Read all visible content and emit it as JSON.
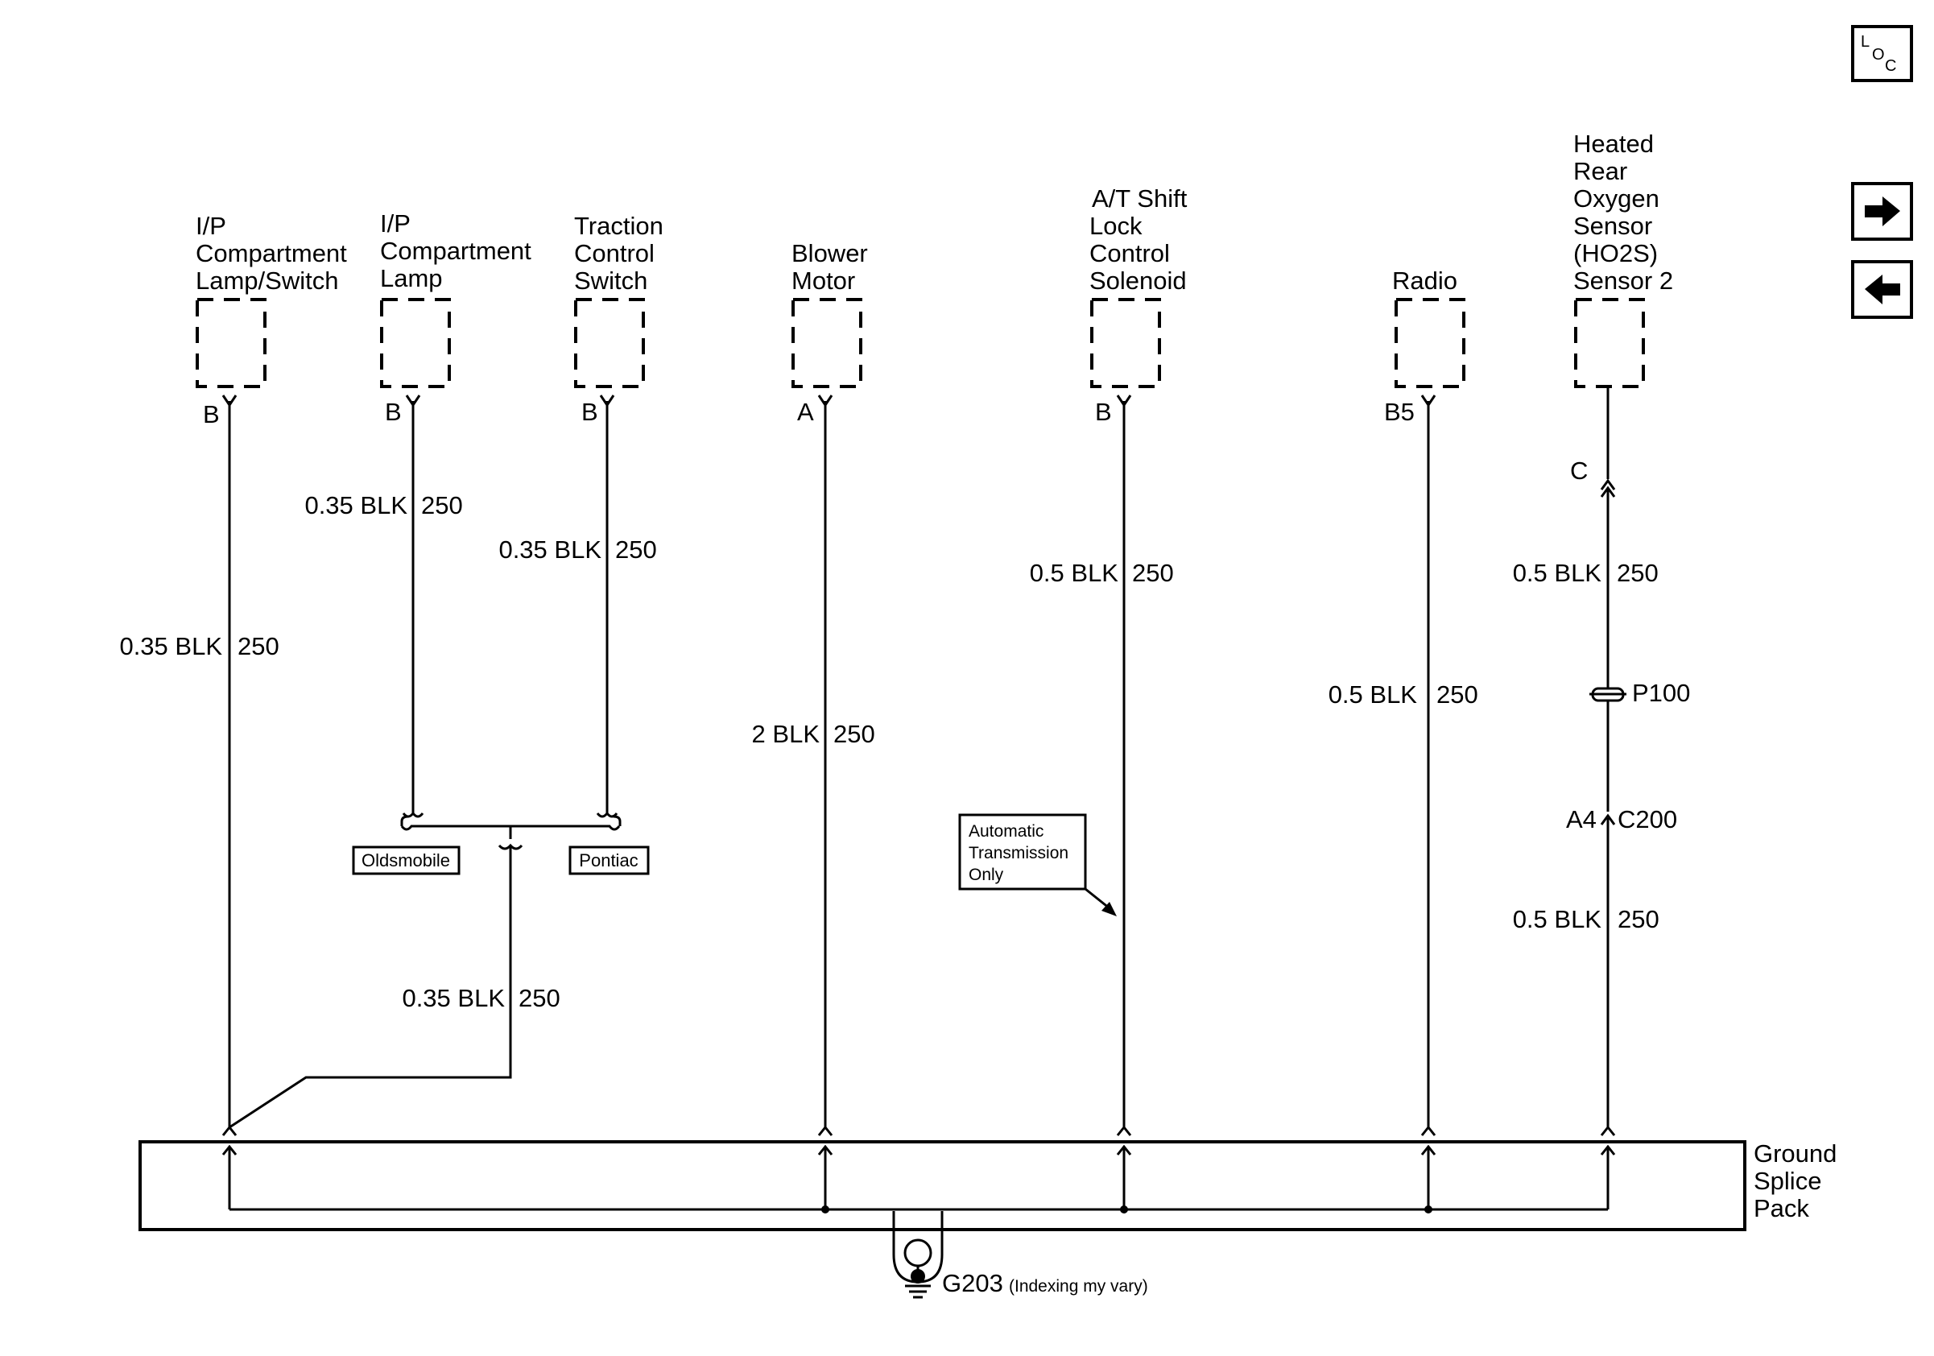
{
  "nav": {
    "loc_letters": [
      "L",
      "O",
      "C"
    ],
    "next_icon": "arrow-right-icon",
    "prev_icon": "arrow-left-icon"
  },
  "components": {
    "ip_compartment_lamp_switch": {
      "lines": [
        "I/P",
        "Compartment",
        "Lamp/Switch"
      ],
      "pin": "B",
      "wire_gauge": "0.35 BLK",
      "wire_circuit": "250"
    },
    "ip_compartment_lamp": {
      "lines": [
        "I/P",
        "Compartment",
        "Lamp"
      ],
      "pin": "B",
      "wire_gauge": "0.35 BLK",
      "wire_circuit": "250"
    },
    "traction_control_switch": {
      "lines": [
        "Traction",
        "Control",
        "Switch"
      ],
      "pin": "B",
      "wire_gauge": "0.35 BLK",
      "wire_circuit": "250"
    },
    "blower_motor": {
      "lines": [
        "Blower",
        "Motor"
      ],
      "pin": "A",
      "wire_gauge": "2 BLK",
      "wire_circuit": "250"
    },
    "at_shift_lock": {
      "lines": [
        "A/T Shift",
        "Lock",
        "Control",
        "Solenoid"
      ],
      "pin": "B",
      "wire_gauge": "0.5 BLK",
      "wire_circuit": "250"
    },
    "radio": {
      "lines": [
        "Radio"
      ],
      "pin": "B5",
      "wire_gauge": "0.5 BLK",
      "wire_circuit": "250"
    },
    "heated_o2_sensor": {
      "lines": [
        "Heated",
        "Rear",
        "Oxygen",
        "Sensor",
        "(HO2S)",
        "Sensor 2"
      ],
      "pin": "C",
      "upper_wire_gauge": "0.5 BLK",
      "upper_wire_circuit": "250",
      "pass_through": "P100",
      "connector_pin": "A4",
      "connector": "C200",
      "lower_wire_gauge": "0.5 BLK",
      "lower_wire_circuit": "250"
    }
  },
  "merged_wire": {
    "gauge": "0.35 BLK",
    "circuit": "250"
  },
  "options": {
    "left": "Oldsmobile",
    "right": "Pontiac"
  },
  "note": {
    "lines": [
      "Automatic",
      "Transmission",
      "Only"
    ]
  },
  "splice_pack": {
    "lines": [
      "Ground",
      "Splice",
      "Pack"
    ]
  },
  "ground": {
    "id": "G203",
    "note": "(Indexing my vary)"
  }
}
